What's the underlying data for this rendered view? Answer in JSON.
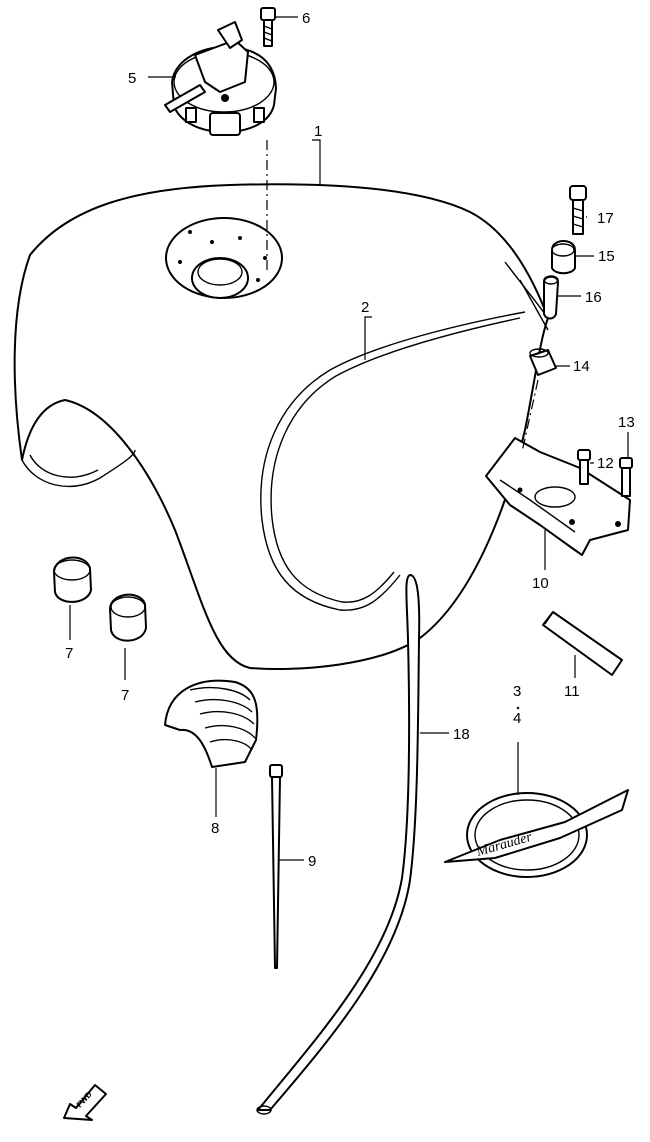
{
  "diagram": {
    "callouts": {
      "c1": "1",
      "c2": "2",
      "c3": "3",
      "c4": "4",
      "c5": "5",
      "c6": "6",
      "c7a": "7",
      "c7b": "7",
      "c8": "8",
      "c9": "9",
      "c10": "10",
      "c11": "11",
      "c12": "12",
      "c13": "13",
      "c14": "14",
      "c15": "15",
      "c16": "16",
      "c17": "17",
      "c18": "18"
    },
    "emblem_text": "Marauder",
    "fwd_label": "FWD"
  }
}
